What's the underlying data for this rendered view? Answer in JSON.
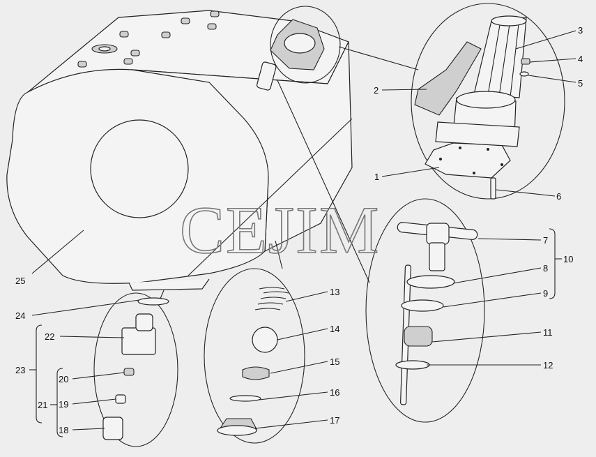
{
  "watermark": "CEJIM",
  "callouts": [
    {
      "id": "1",
      "text": "1"
    },
    {
      "id": "2",
      "text": "2"
    },
    {
      "id": "3",
      "text": "3"
    },
    {
      "id": "4",
      "text": "4"
    },
    {
      "id": "5",
      "text": "5"
    },
    {
      "id": "6",
      "text": "6"
    },
    {
      "id": "7",
      "text": "7"
    },
    {
      "id": "8",
      "text": "8"
    },
    {
      "id": "9",
      "text": "9"
    },
    {
      "id": "10",
      "text": "10"
    },
    {
      "id": "11",
      "text": "11"
    },
    {
      "id": "12",
      "text": "12"
    },
    {
      "id": "13",
      "text": "13"
    },
    {
      "id": "14",
      "text": "14"
    },
    {
      "id": "15",
      "text": "15"
    },
    {
      "id": "16",
      "text": "16"
    },
    {
      "id": "17",
      "text": "17"
    },
    {
      "id": "18",
      "text": "18"
    },
    {
      "id": "19",
      "text": "19"
    },
    {
      "id": "20",
      "text": "20"
    },
    {
      "id": "21",
      "text": "21"
    },
    {
      "id": "22",
      "text": "22"
    },
    {
      "id": "23",
      "text": "23"
    },
    {
      "id": "24",
      "text": "24"
    },
    {
      "id": "25",
      "text": "25"
    }
  ]
}
